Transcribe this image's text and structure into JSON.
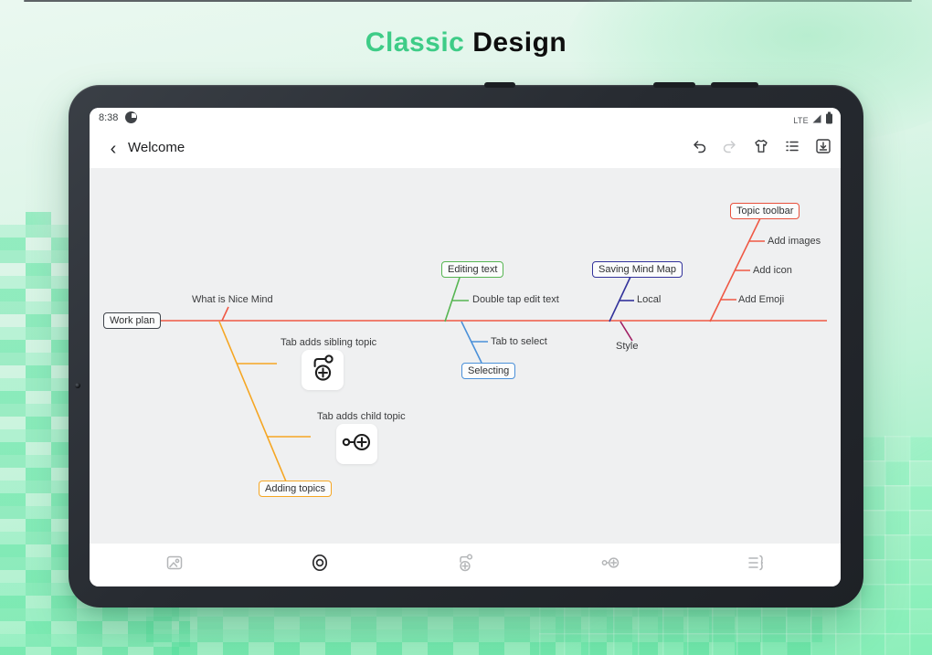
{
  "page": {
    "title_accent": "Classic",
    "title_rest": " Design"
  },
  "status_bar": {
    "time": "8:38",
    "network": "LTE"
  },
  "app_bar": {
    "back_glyph": "‹",
    "title": "Welcome"
  },
  "mindmap": {
    "work_plan": "Work plan",
    "what_is_nice_mind": "What is Nice Mind",
    "editing_text": "Editing text",
    "double_tap_edit_text": "Double tap edit text",
    "saving_mind_map": "Saving Mind Map",
    "local": "Local",
    "style": "Style",
    "topic_toolbar": "Topic toolbar",
    "add_images": "Add images",
    "add_icon": "Add icon",
    "add_emoji": "Add Emoji",
    "tab_adds_sibling_topic": "Tab adds sibling topic",
    "tab_adds_child_topic": "Tab adds child topic",
    "tab_to_select": "Tab to select",
    "selecting": "Selecting",
    "adding_topics": "Adding topics"
  },
  "icons": {
    "status_right": [
      "signal-icon",
      "battery-icon"
    ],
    "app_bar": [
      "undo-icon",
      "redo-icon",
      "theme-shirt-icon",
      "list-icon",
      "download-icon"
    ],
    "bottom_bar": [
      "image-icon",
      "center-target-icon",
      "add-sibling-icon",
      "add-child-icon",
      "outline-icon"
    ],
    "canvas_cards": [
      "add-sibling-glyph",
      "add-child-glyph"
    ]
  },
  "colors": {
    "accent_green": "#3ecc87",
    "background_mint": "#8defba",
    "spine_red": "#ef5844",
    "branch_orange": "#f5a623",
    "branch_green": "#56b552",
    "branch_blue": "#4a90d9",
    "branch_navy": "#32329b",
    "branch_magenta": "#a01d62",
    "box_border_red": "#e8503c"
  }
}
